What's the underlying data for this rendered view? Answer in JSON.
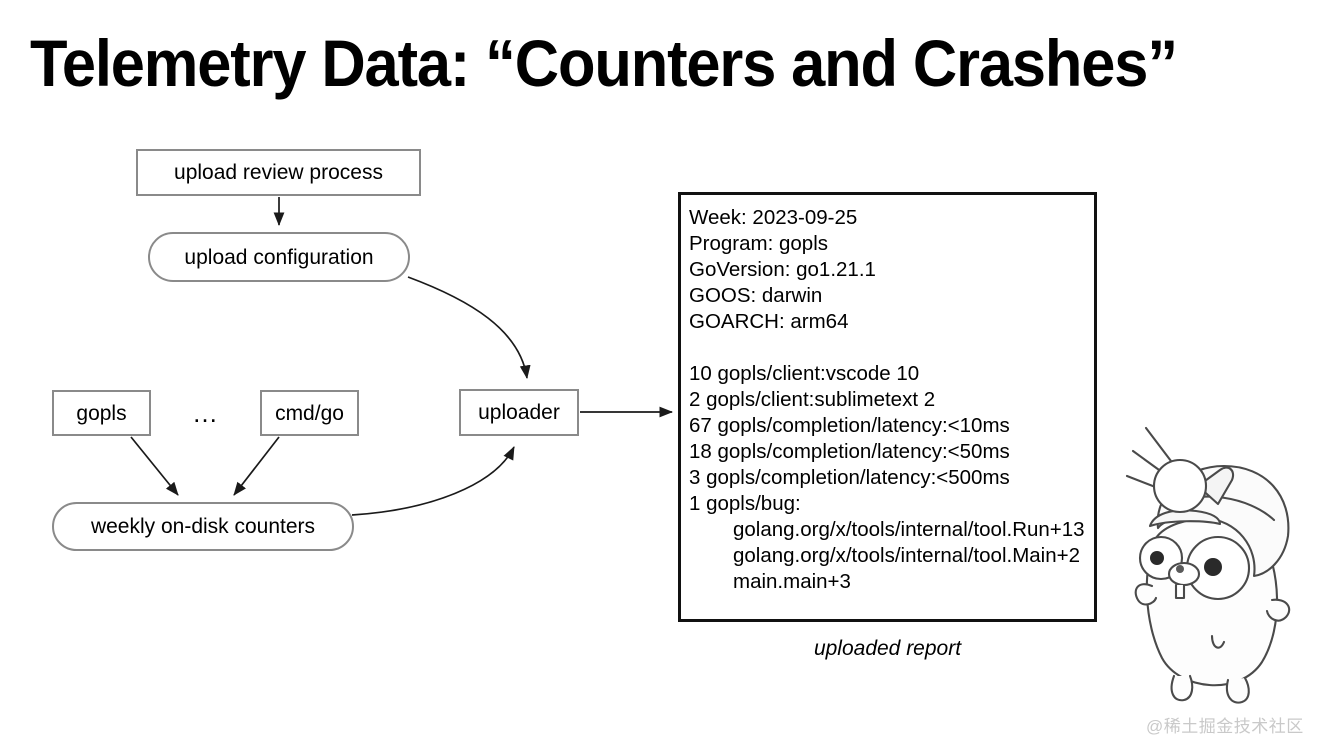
{
  "slide": {
    "title": "Telemetry Data: “Counters and Crashes”"
  },
  "diagram": {
    "nodes": [
      {
        "id": "upload-review-process",
        "label": "upload review process",
        "shape": "rect"
      },
      {
        "id": "upload-configuration",
        "label": "upload configuration",
        "shape": "pill"
      },
      {
        "id": "gopls",
        "label": "gopls",
        "shape": "rect"
      },
      {
        "id": "cmd-go",
        "label": "cmd/go",
        "shape": "rect"
      },
      {
        "id": "uploader",
        "label": "uploader",
        "shape": "rect"
      },
      {
        "id": "weekly-on-disk-counters",
        "label": "weekly on-disk counters",
        "shape": "pill"
      }
    ],
    "ellipsis": "…",
    "edge_color": "#2b2b2b",
    "node_border_color": "#8a8a8a"
  },
  "report": {
    "caption": "uploaded report",
    "border_color": "#111111",
    "lines": [
      {
        "text": "Week: 2023-09-25",
        "indent": false
      },
      {
        "text": "Program: gopls",
        "indent": false
      },
      {
        "text": "GoVersion: go1.21.1",
        "indent": false
      },
      {
        "text": "GOOS: darwin",
        "indent": false
      },
      {
        "text": "GOARCH: arm64",
        "indent": false
      },
      {
        "text": "",
        "indent": false
      },
      {
        "text": "10 gopls/client:vscode 10",
        "indent": false
      },
      {
        "text": "2 gopls/client:sublimetext 2",
        "indent": false
      },
      {
        "text": "67 gopls/completion/latency:<10ms",
        "indent": false
      },
      {
        "text": "18 gopls/completion/latency:<50ms",
        "indent": false
      },
      {
        "text": "3 gopls/completion/latency:<500ms",
        "indent": false
      },
      {
        "text": "1 gopls/bug:",
        "indent": false
      },
      {
        "text": "golang.org/x/tools/internal/tool.Run+13",
        "indent": true
      },
      {
        "text": "golang.org/x/tools/internal/tool.Main+2",
        "indent": true
      },
      {
        "text": "main.main+3",
        "indent": true
      }
    ]
  },
  "mascot": {
    "name": "go-gopher-with-miner-helmet",
    "style": "pencil-sketch"
  },
  "watermark": {
    "text": "@稀土掘金技术社区",
    "color": "#c9c9c9"
  }
}
